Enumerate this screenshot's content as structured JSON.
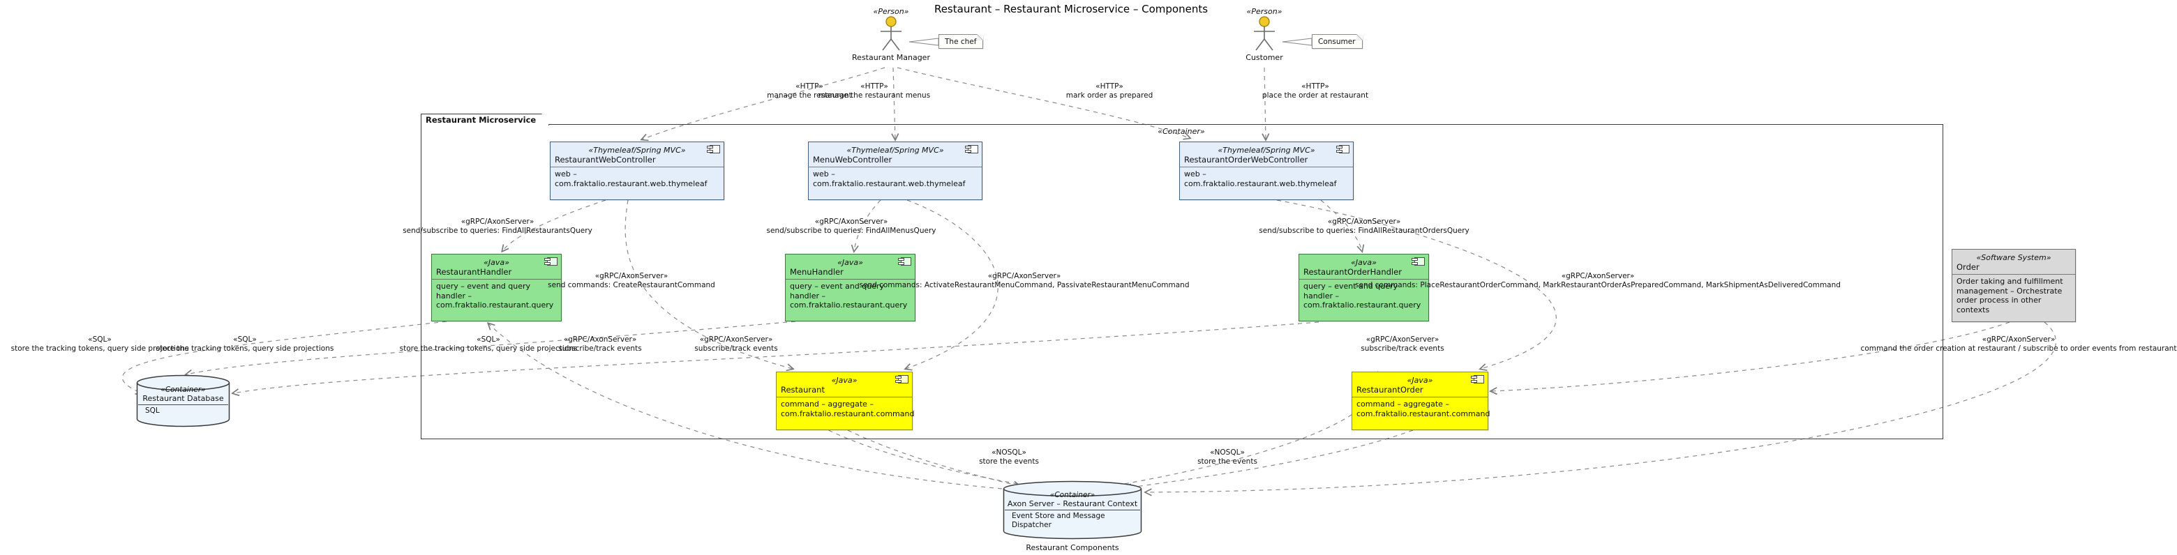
{
  "diagram": {
    "title": "Restaurant – Restaurant Microservice – Components"
  },
  "actors": {
    "manager": {
      "stereotype": "«Person»",
      "name": "Restaurant Manager",
      "note": "The chef"
    },
    "customer": {
      "stereotype": "«Person»",
      "name": "Customer",
      "note": "Consumer"
    }
  },
  "boundary": {
    "name": "Restaurant Microservice",
    "stereotype": "«Container»"
  },
  "components": {
    "restaurantWebController": {
      "stereotype": "«Thymeleaf/Spring MVC»",
      "name": "RestaurantWebController",
      "description": "web – com.fraktalio.restaurant.web.thymeleaf"
    },
    "menuWebController": {
      "stereotype": "«Thymeleaf/Spring MVC»",
      "name": "MenuWebController",
      "description": "web – com.fraktalio.restaurant.web.thymeleaf"
    },
    "restaurantOrderWebController": {
      "stereotype": "«Thymeleaf/Spring MVC»",
      "name": "RestaurantOrderWebController",
      "description": "web – com.fraktalio.restaurant.web.thymeleaf"
    },
    "restaurantHandler": {
      "stereotype": "«Java»",
      "name": "RestaurantHandler",
      "description": "query – event and query handler – com.fraktalio.restaurant.query"
    },
    "menuHandler": {
      "stereotype": "«Java»",
      "name": "MenuHandler",
      "description": "query – event and query handler – com.fraktalio.restaurant.query"
    },
    "restaurantOrderHandler": {
      "stereotype": "«Java»",
      "name": "RestaurantOrderHandler",
      "description": "query – event and query handler – com.fraktalio.restaurant.query"
    },
    "restaurant": {
      "stereotype": "«Java»",
      "name": "Restaurant",
      "description": "command – aggregate – com.fraktalio.restaurant.command"
    },
    "restaurantOrder": {
      "stereotype": "«Java»",
      "name": "RestaurantOrder",
      "description": "command – aggregate – com.fraktalio.restaurant.command"
    },
    "orderSystem": {
      "stereotype": "«Software System»",
      "name": "Order",
      "description": "Order taking and fulfillment management – Orchestrate order process in other contexts"
    }
  },
  "databases": {
    "restaurantDatabase": {
      "stereotype": "«Container»",
      "name": "Restaurant Database",
      "technology": "SQL"
    },
    "axonServer": {
      "stereotype": "«Container»",
      "name": "Axon Server – Restaurant Context",
      "technology": "Event Store and Message Dispatcher",
      "caption": "Restaurant Components"
    }
  },
  "edges": {
    "manageRestaurant": {
      "stereotype": "«HTTP»",
      "label": "manage the restaurant"
    },
    "manageMenus": {
      "stereotype": "«HTTP»",
      "label": "manage the restaurant menus"
    },
    "markOrderPrepared": {
      "stereotype": "«HTTP»",
      "label": "mark order as prepared"
    },
    "placeOrder": {
      "stereotype": "«HTTP»",
      "label": "place the order at restaurant"
    },
    "findAllRestaurants": {
      "stereotype": "«gRPC/AxonServer»",
      "label": "send/subscribe to queries: FindAllRestaurantsQuery"
    },
    "findAllMenus": {
      "stereotype": "«gRPC/AxonServer»",
      "label": "send/subscribe to queries: FindAllMenusQuery"
    },
    "findAllRestaurantOrders": {
      "stereotype": "«gRPC/AxonServer»",
      "label": "send/subscribe to queries: FindAllRestaurantOrdersQuery"
    },
    "createRestaurant": {
      "stereotype": "«gRPC/AxonServer»",
      "label": "send commands: CreateRestaurantCommand"
    },
    "menuCommands": {
      "stereotype": "«gRPC/AxonServer»",
      "label": "send commands: ActivateRestaurantMenuCommand, PassivateRestaurantMenuCommand"
    },
    "orderCommands": {
      "stereotype": "«gRPC/AxonServer»",
      "label": "send commands: PlaceRestaurantOrderCommand, MarkRestaurantOrderAsPreparedCommand, MarkShipmentAsDeliveredCommand"
    },
    "storeTokens": {
      "stereotype": "«SQL»",
      "label": "store the tracking tokens, query side projections"
    },
    "trackEvents": {
      "stereotype": "«gRPC/AxonServer»",
      "label": "subscribe/track events"
    },
    "storeEvents": {
      "stereotype": "«NOSQL»",
      "label": "store the events"
    },
    "orderIntegration": {
      "stereotype": "«gRPC/AxonServer»",
      "label": "command the order creation at restaurant / subscribe to order events from restaurant"
    }
  }
}
